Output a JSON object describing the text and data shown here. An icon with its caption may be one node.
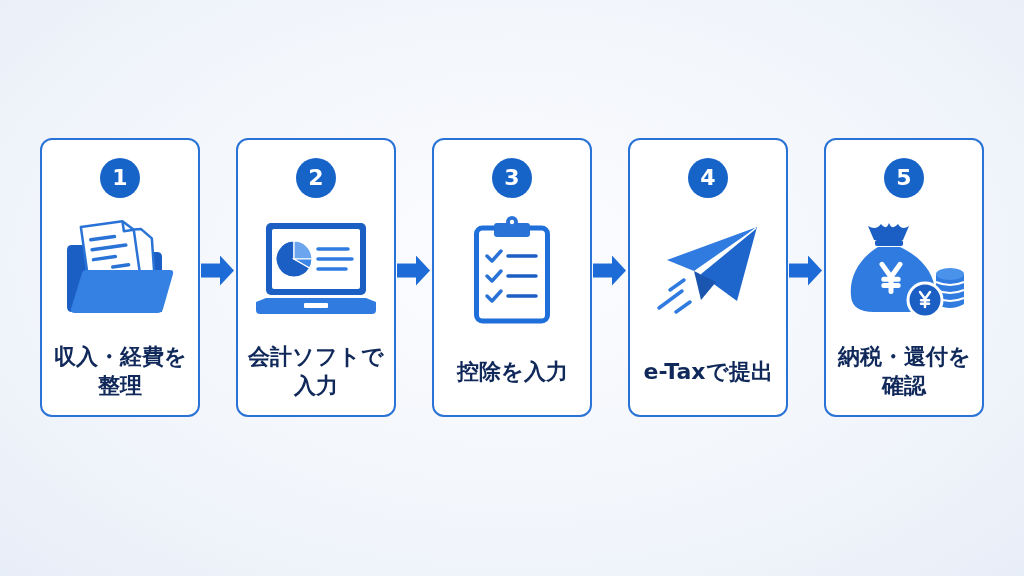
{
  "diagram": {
    "nodes": [
      {
        "text": [
          "収入・経費を整理"
        ]
      },
      {
        "text": [
          "1"
        ],
        "in": 0
      },
      {
        "text": [
          "会計ソフトで入力"
        ]
      },
      {
        "text": [
          "2"
        ],
        "in": 2
      },
      {
        "text": [
          "控除を入力"
        ]
      },
      {
        "text": [
          "3"
        ],
        "in": 4
      },
      {
        "text": [
          "e-Taxで提出"
        ]
      },
      {
        "text": [
          "4"
        ],
        "in": 6
      },
      {
        "text": [
          "納税・還付を確認"
        ]
      },
      {
        "text": [
          "5"
        ],
        "in": 8
      }
    ],
    "edges": [
      {
        "from": 0,
        "to": 2,
        "arrow": "to"
      },
      {
        "from": 2,
        "to": 4,
        "arrow": "to"
      },
      {
        "from": 4,
        "to": 6,
        "arrow": "to"
      },
      {
        "from": 6,
        "to": 8,
        "arrow": "to"
      }
    ]
  }
}
